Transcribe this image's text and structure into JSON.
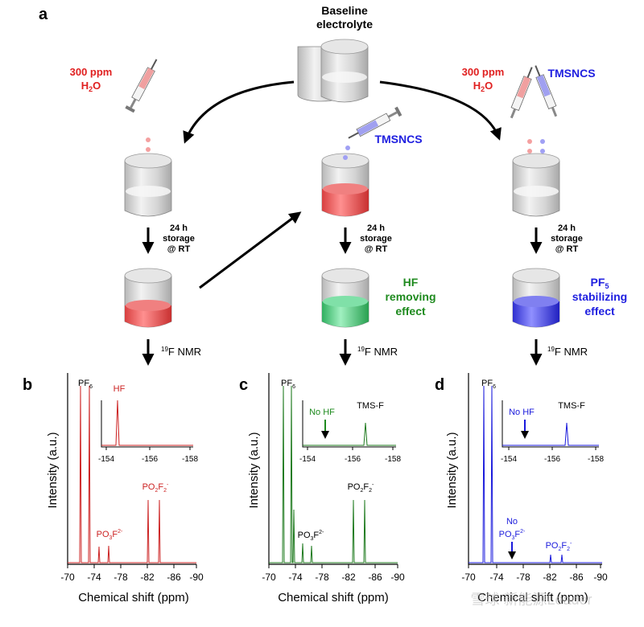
{
  "panel_labels": {
    "a": "a",
    "b": "b",
    "c": "c",
    "d": "d"
  },
  "top": {
    "line1": "Baseline",
    "line2": "electrolyte"
  },
  "left_additive": {
    "line1": "300 ppm",
    "line2": "H",
    "sub": "2",
    "line2b": "O"
  },
  "right_additive": {
    "line1": "300 ppm",
    "line2": "H",
    "sub": "2",
    "line2b": "O"
  },
  "tmsncs_center": "TMSNCS",
  "tmsncs_right": "TMSNCS",
  "storage": {
    "l1": "24 h",
    "l2": "storage",
    "l3": "@ RT"
  },
  "effects": {
    "center": {
      "l1": "HF",
      "l2": "removing",
      "l3": "effect"
    },
    "right": {
      "l1": "PF",
      "sub": "5",
      "l2": "stabilizing",
      "l3": "effect"
    }
  },
  "nmr_label": {
    "sup": "19",
    "text": "F NMR"
  },
  "axis": {
    "ylabel": "Intensity (a.u.)",
    "xlabel": "Chemical shift (ppm)",
    "ticks": [
      "-70",
      "-74",
      "-78",
      "-82",
      "-86",
      "-90"
    ],
    "inset_ticks": [
      "-154",
      "-156",
      "-158"
    ]
  },
  "peak_labels": {
    "pf6": "PF",
    "pf6_sub": "6",
    "hf": "HF",
    "no_hf": "No HF",
    "tms_f": "TMS-F",
    "po2f2": "PO",
    "po3f": "PO",
    "no": "No"
  },
  "colors": {
    "b": "#cc2222",
    "c": "#1e7a1e",
    "d": "#1a1adc",
    "red": "#e02020",
    "blue": "#2020e0",
    "green": "#1e8a1e"
  },
  "watermark": "雪球 新能源Leader"
}
